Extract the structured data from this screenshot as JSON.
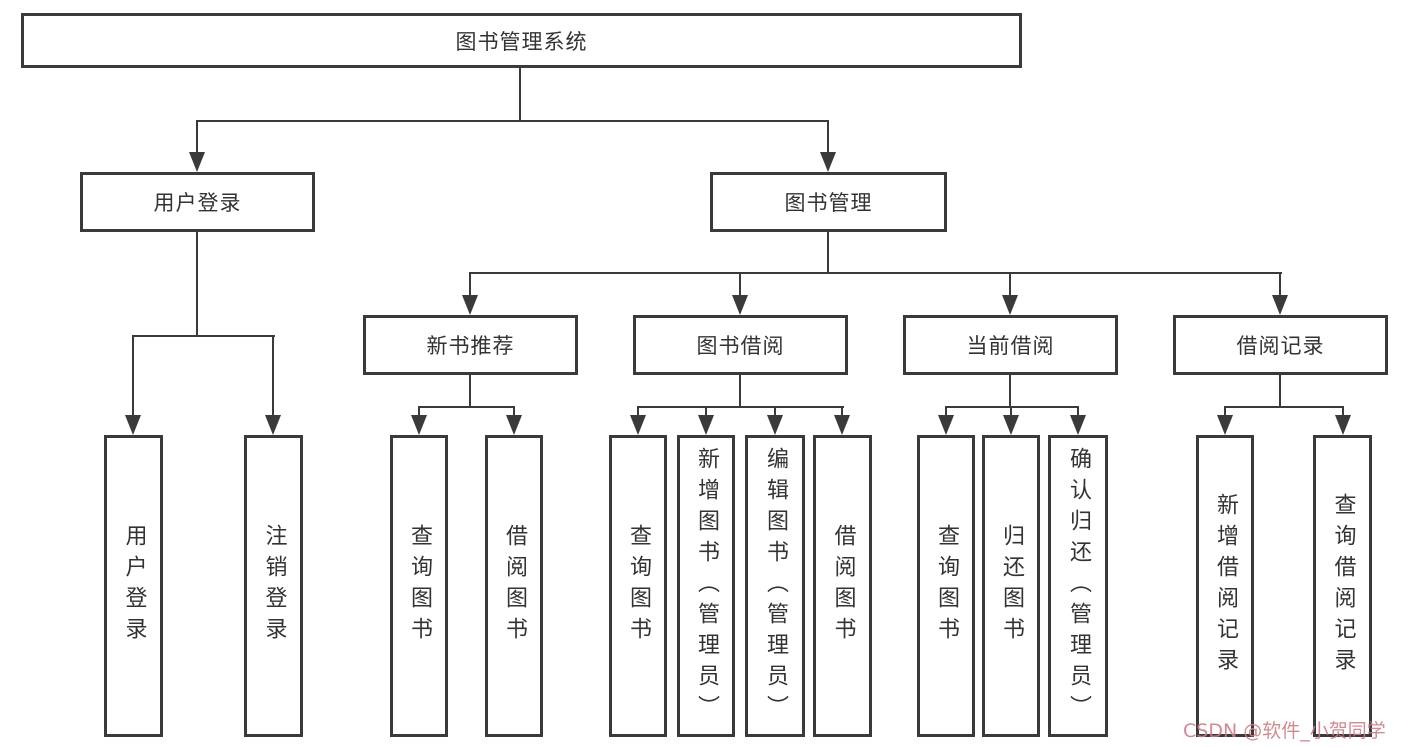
{
  "diagram": {
    "title": "图书管理系统",
    "root": {
      "label": "图书管理系统"
    },
    "level2": [
      {
        "label": "用户登录"
      },
      {
        "label": "图书管理"
      }
    ],
    "level3": [
      {
        "label": "新书推荐"
      },
      {
        "label": "图书借阅"
      },
      {
        "label": "当前借阅"
      },
      {
        "label": "借阅记录"
      }
    ],
    "leaves": {
      "user_login": [
        "用户登录",
        "注销登录"
      ],
      "new_book": [
        "查询图书",
        "借阅图书"
      ],
      "book_borrow": [
        "查询图书",
        "新增图书（管理员）",
        "编辑图书（管理员）",
        "借阅图书"
      ],
      "current_borrow": [
        "查询图书",
        "归还图书",
        "确认归还（管理员）"
      ],
      "borrow_records": [
        "新增借阅记录",
        "查询借阅记录"
      ]
    },
    "watermark": "CSDN @软件_小贺同学",
    "colors": {
      "line": "#3a3a3a",
      "text": "#333333",
      "background": "#ffffff",
      "watermark": "#cd7d85"
    }
  }
}
